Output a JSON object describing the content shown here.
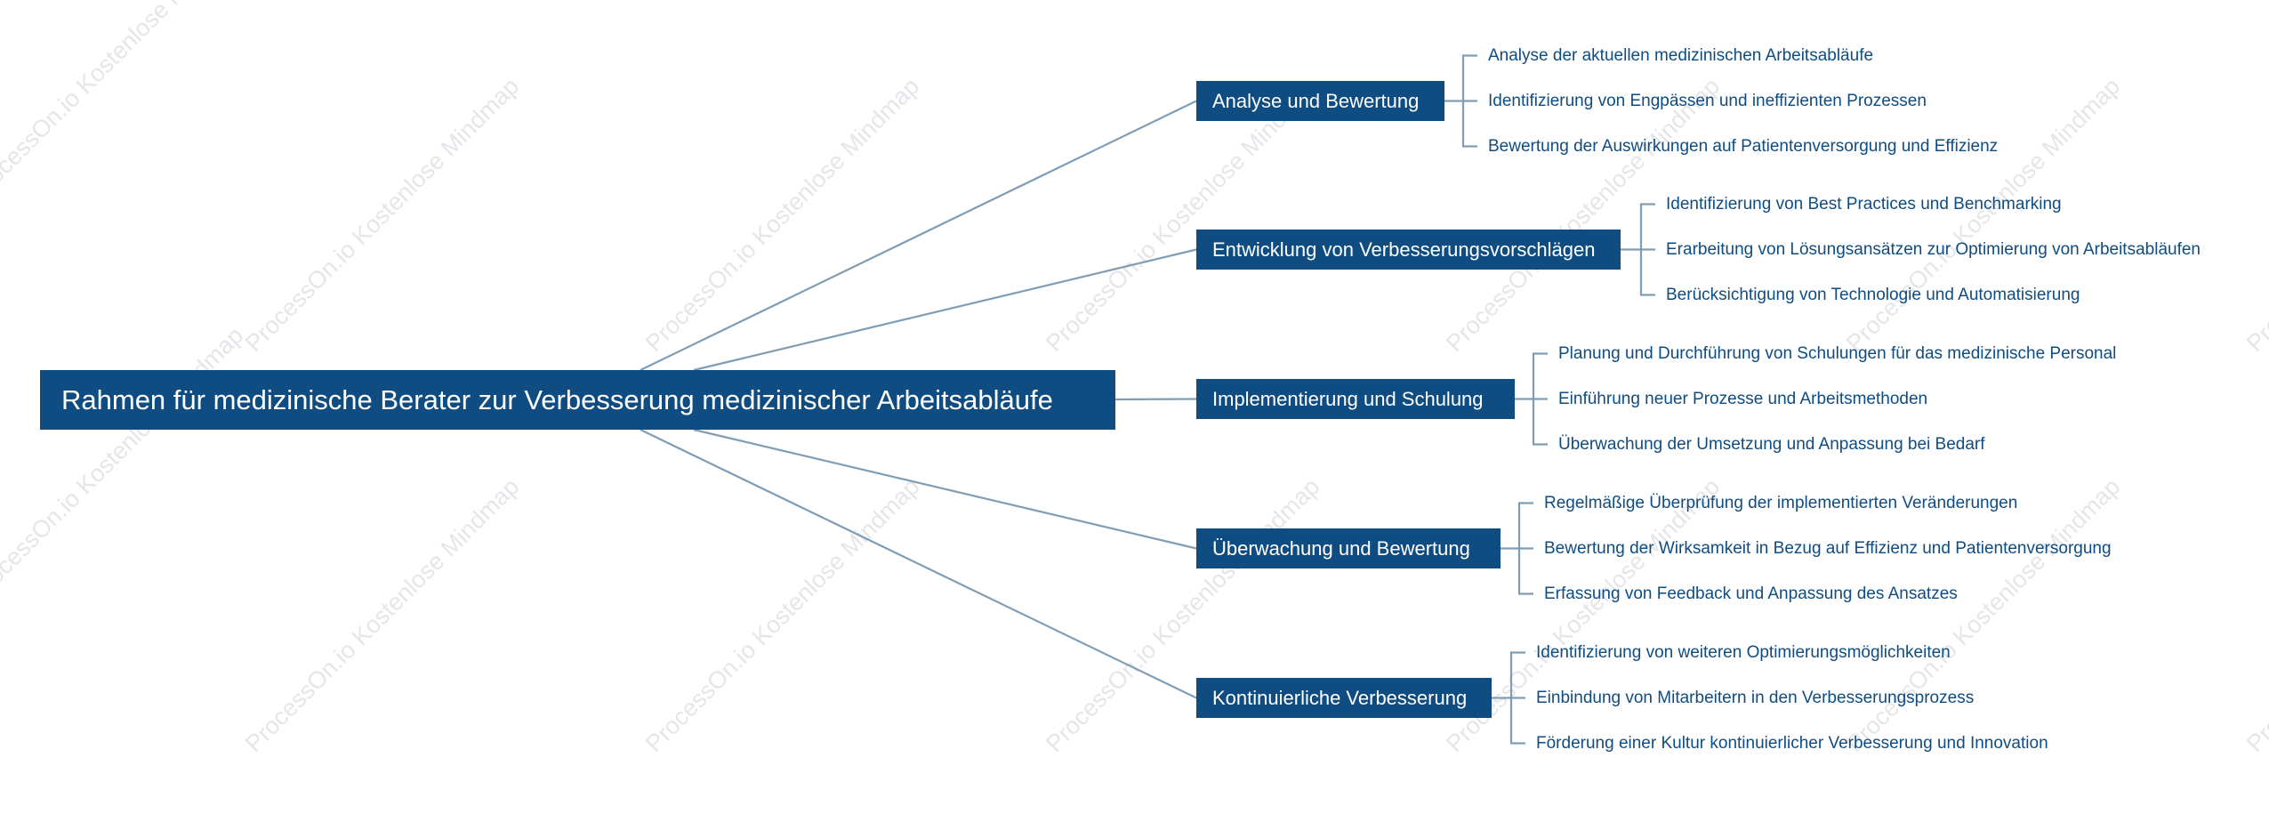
{
  "mindmap": {
    "root": {
      "label": "Rahmen für medizinische Berater zur Verbesserung medizinischer Arbeitsabläufe"
    },
    "branches": [
      {
        "label": "Analyse und Bewertung",
        "children": [
          "Analyse der aktuellen medizinischen Arbeitsabläufe",
          "Identifizierung von Engpässen und ineffizienten Prozessen",
          "Bewertung der Auswirkungen auf Patientenversorgung und Effizienz"
        ]
      },
      {
        "label": "Entwicklung von Verbesserungsvorschlägen",
        "children": [
          "Identifizierung von Best Practices und Benchmarking",
          "Erarbeitung von Lösungsansätzen zur Optimierung von Arbeitsabläufen",
          "Berücksichtigung von Technologie und Automatisierung"
        ]
      },
      {
        "label": "Implementierung und Schulung",
        "children": [
          "Planung und Durchführung von Schulungen für das medizinische Personal",
          "Einführung neuer Prozesse und Arbeitsmethoden",
          "Überwachung der Umsetzung und Anpassung bei Bedarf"
        ]
      },
      {
        "label": "Überwachung und Bewertung",
        "children": [
          "Regelmäßige Überprüfung der implementierten Veränderungen",
          "Bewertung der Wirksamkeit in Bezug auf Effizienz und Patientenversorgung",
          "Erfassung von Feedback und Anpassung des Ansatzes"
        ]
      },
      {
        "label": "Kontinuierliche Verbesserung",
        "children": [
          "Identifizierung von weiteren Optimierungsmöglichkeiten",
          "Einbindung von Mitarbeitern in den Verbesserungsprozess",
          "Förderung einer Kultur kontinuierlicher Verbesserung und Innovation"
        ]
      }
    ]
  },
  "watermark": {
    "text": "ProcessOn.io Kostenlose Mindmap"
  },
  "colors": {
    "node_fill": "#0f4c81",
    "node_text": "#ffffff",
    "leaf_text": "#0f4c81",
    "connector": "#7f9db5",
    "watermark": "#e4e6ea"
  }
}
